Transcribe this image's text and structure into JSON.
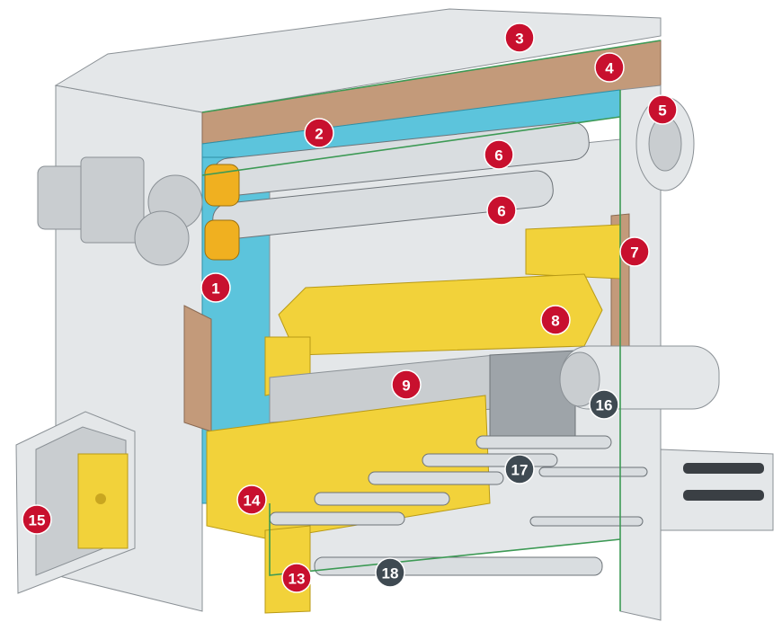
{
  "markers": [
    {
      "label": "1",
      "color": "#c8102e"
    },
    {
      "label": "2",
      "color": "#c8102e"
    },
    {
      "label": "3",
      "color": "#c8102e"
    },
    {
      "label": "4",
      "color": "#c8102e"
    },
    {
      "label": "5",
      "color": "#c8102e"
    },
    {
      "label": "6",
      "color": "#c8102e"
    },
    {
      "label": "6",
      "color": "#c8102e"
    },
    {
      "label": "7",
      "color": "#c8102e"
    },
    {
      "label": "8",
      "color": "#c8102e"
    },
    {
      "label": "9",
      "color": "#c8102e"
    },
    {
      "label": "13",
      "color": "#c8102e"
    },
    {
      "label": "14",
      "color": "#c8102e"
    },
    {
      "label": "15",
      "color": "#c8102e"
    },
    {
      "label": "16",
      "color": "#3f4a52"
    },
    {
      "label": "17",
      "color": "#3f4a52"
    },
    {
      "label": "18",
      "color": "#3f4a52"
    }
  ],
  "colors": {
    "steel": "#c9cdd0",
    "insulation": "#c39a7a",
    "water_jacket": "#5cc4dc",
    "firebrick": "#f2d23a",
    "edge_green": "#3d9a55"
  }
}
